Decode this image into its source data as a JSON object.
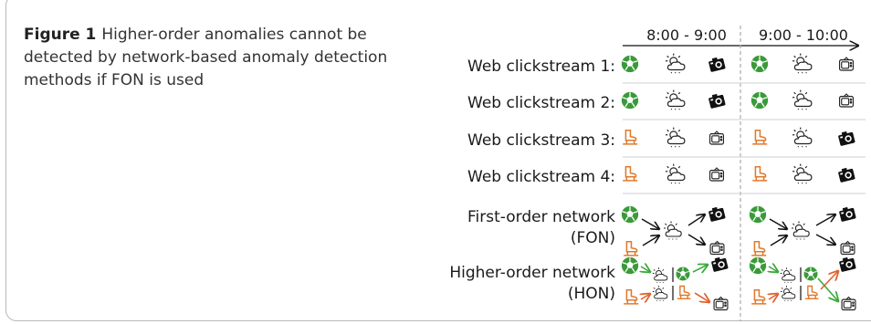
{
  "caption": {
    "label": "Figure 1",
    "text": "Higher-order anomalies cannot be detected by network-based anomaly detection methods if FON is used"
  },
  "figure": {
    "time_slots": [
      "8:00 - 9:00",
      "9:00 - 10:00"
    ],
    "clickstreams": [
      {
        "label": "Web clickstream 1:",
        "sequence": [
          "soccer",
          "weather",
          "camera",
          "soccer",
          "weather",
          "tv"
        ]
      },
      {
        "label": "Web clickstream 2:",
        "sequence": [
          "soccer",
          "weather",
          "camera",
          "soccer",
          "weather",
          "tv"
        ]
      },
      {
        "label": "Web clickstream 3:",
        "sequence": [
          "skate",
          "weather",
          "tv",
          "skate",
          "weather",
          "camera"
        ]
      },
      {
        "label": "Web clickstream 4:",
        "sequence": [
          "skate",
          "weather",
          "tv",
          "skate",
          "weather",
          "camera"
        ]
      }
    ],
    "fon": {
      "label_line1": "First-order network",
      "label_line2": "(FON)"
    },
    "hon": {
      "label_line1": "Higher-order network",
      "label_line2": "(HON)"
    },
    "colors": {
      "soccer": "#3a9a3a",
      "skate": "#e07a2e",
      "arrow_green": "#3aaa3a",
      "arrow_orange": "#e0622e",
      "divider": "#aaaaaa"
    }
  }
}
